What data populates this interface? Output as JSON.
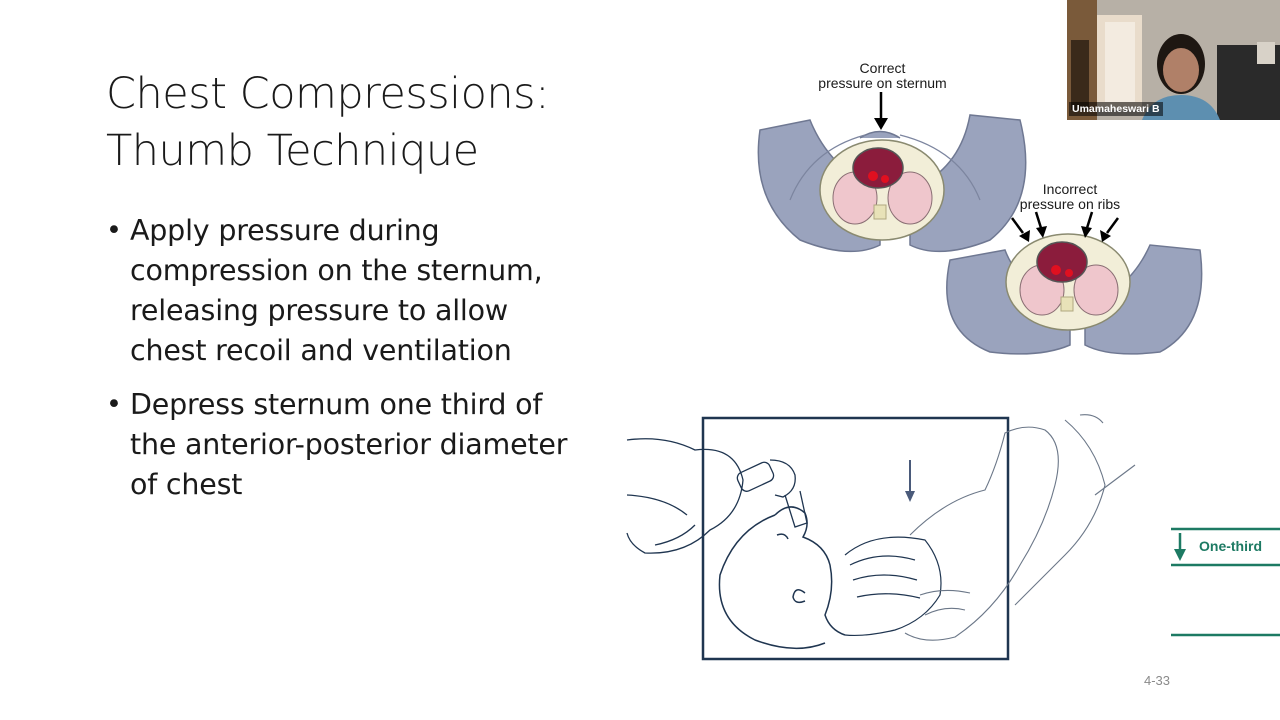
{
  "slide": {
    "title_lines": [
      "Chest Compressions:",
      "Thumb Technique"
    ],
    "bullets": [
      {
        "lines": [
          "Apply pressure during",
          "compression on the sternum,",
          "releasing pressure to allow",
          "chest recoil and ventilation"
        ]
      },
      {
        "lines": [
          "Depress sternum one third of",
          "the anterior-posterior diameter",
          "of chest"
        ]
      }
    ],
    "page_number": "4-33"
  },
  "figure_top": {
    "correct_caption": [
      "Correct",
      "pressure on sternum"
    ],
    "incorrect_caption": [
      "Incorrect",
      "pressure on ribs"
    ]
  },
  "figure_bottom": {
    "depth_label": "One-third",
    "accent_color": "#1d7a63",
    "line_color": "#1f3550"
  },
  "video_tile": {
    "participant_name": "Umamaheswari B"
  },
  "colors": {
    "glove": "#9aa3bd",
    "heart": "#8b1c3c",
    "lung": "#efc6cc"
  }
}
